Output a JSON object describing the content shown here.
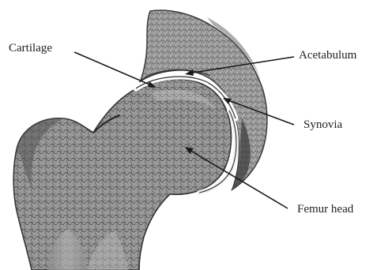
{
  "labels": {
    "cartilage": "Cartilage",
    "acetabulum": "Acetabulum",
    "synovia": "Synovia",
    "femur_head": "Femur head"
  },
  "colors": {
    "background": "#ffffff",
    "bone_fill": "#a3a3a3",
    "bone_dark": "#4a4a4a",
    "leader_line": "#1a1a1a",
    "text": "#1f1f1f"
  }
}
